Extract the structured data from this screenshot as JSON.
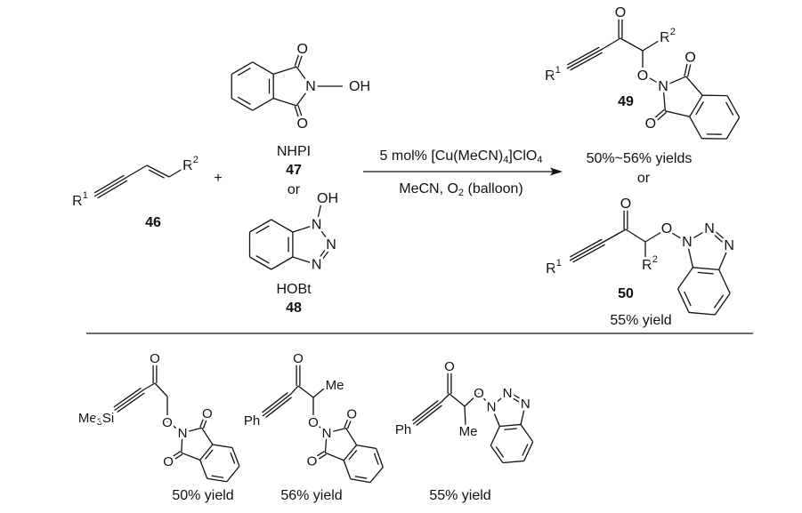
{
  "atoms": {
    "O": "O",
    "N": "N",
    "OH": "OH",
    "R": "R",
    "sup1": "1",
    "sup2": "2",
    "Me": "Me",
    "Ph": "Ph",
    "Si": "Si",
    "sub3": "3"
  },
  "plus": "+",
  "or": "or",
  "compounds": {
    "c46": {
      "number": "46"
    },
    "c47": {
      "name": "NHPI",
      "number": "47"
    },
    "c48": {
      "name": "HOBt",
      "number": "48"
    },
    "c49": {
      "number": "49",
      "yield": "50%~56% yields"
    },
    "c50": {
      "number": "50",
      "yield": "55% yield"
    }
  },
  "conditions": {
    "above": {
      "a": "5 mol% [Cu(MeCN)",
      "b": "4",
      "c": "]ClO",
      "d": "4"
    },
    "below": {
      "a": "MeCN, O",
      "b": "2",
      "c": " (balloon)"
    }
  },
  "examples": [
    {
      "yield": "50% yield"
    },
    {
      "yield": "56% yield"
    },
    {
      "yield": "55% yield"
    }
  ]
}
